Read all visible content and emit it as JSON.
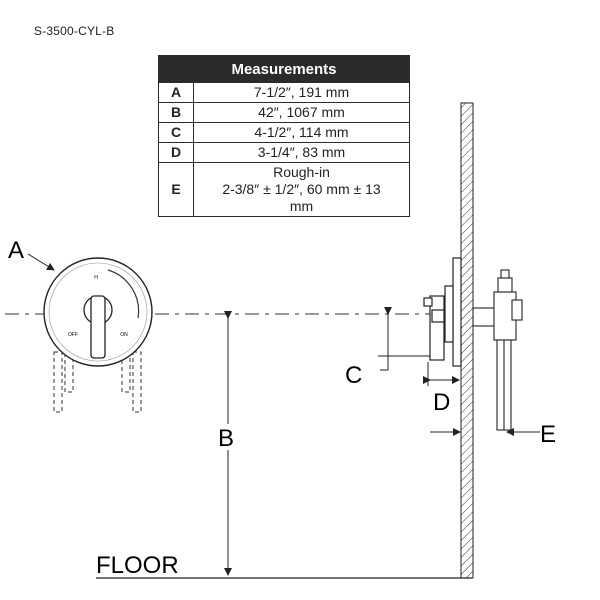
{
  "model": "S-3500-CYL-B",
  "table": {
    "header": "Measurements",
    "rows": [
      {
        "key": "A",
        "value": "7-1/2″, 191 mm"
      },
      {
        "key": "B",
        "value": "42″, 1067 mm"
      },
      {
        "key": "C",
        "value": "4-1/2″, 114 mm"
      },
      {
        "key": "D",
        "value": "3-1/4″, 83 mm"
      },
      {
        "key": "E",
        "value": "Rough-in",
        "value2": "2-3/8″ ± 1/2″, 60 mm ± 13",
        "value3": "mm"
      }
    ]
  },
  "labels": {
    "A": "A",
    "B": "B",
    "C": "C",
    "D": "D",
    "E": "E",
    "floor": "FLOOR",
    "dial_hot": "H",
    "dial_off": "OFF",
    "dial_on": "ON"
  }
}
